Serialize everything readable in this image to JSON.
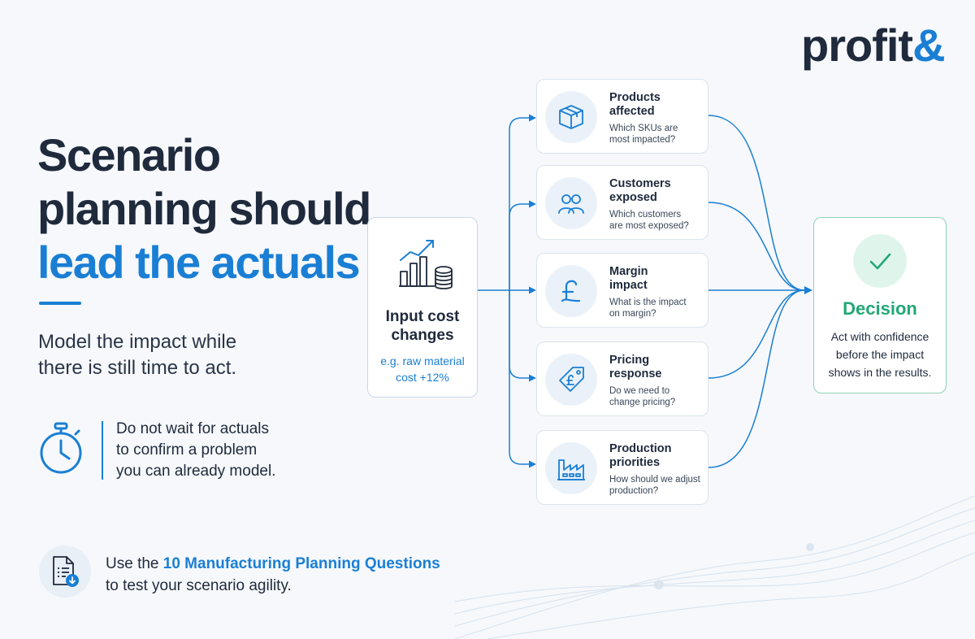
{
  "brand": {
    "name": "profit",
    "amp": "&"
  },
  "headline": {
    "line1": "Scenario",
    "line2": "planning should",
    "line3": "lead the actuals"
  },
  "subtitle": {
    "line1": "Model the impact while",
    "line2": "there is still time to act."
  },
  "warning": {
    "icon": "stopwatch-icon",
    "line1": "Do not wait for actuals",
    "line2": "to confirm a problem",
    "line3": "you can already model."
  },
  "cta": {
    "icon": "document-download-icon",
    "prefix": "Use the ",
    "highlight": "10 Manufacturing Planning Questions",
    "line2": "to test your scenario agility."
  },
  "input": {
    "icon": "chart-coins-icon",
    "title1": "Input cost",
    "title2": "changes",
    "example1": "e.g. raw material",
    "example2": "cost +12%"
  },
  "nodes": [
    {
      "icon": "box-icon",
      "t1": "Products",
      "t2": "affected",
      "q1": "Which SKUs are",
      "q2": "most impacted?"
    },
    {
      "icon": "people-icon",
      "t1": "Customers",
      "t2": "exposed",
      "q1": "Which customers",
      "q2": "are most exposed?"
    },
    {
      "icon": "pound-icon",
      "t1": "Margin",
      "t2": "impact",
      "q1": "What is the impact",
      "q2": "on margin?"
    },
    {
      "icon": "price-tag-icon",
      "t1": "Pricing",
      "t2": "response",
      "q1": "Do we need to",
      "q2": "change pricing?"
    },
    {
      "icon": "factory-icon",
      "t1": "Production",
      "t2": "priorities",
      "q1": "How should we adjust",
      "q2": "production?"
    }
  ],
  "decision": {
    "icon": "check-icon",
    "title": "Decision",
    "d1": "Act with confidence",
    "d2": "before the impact",
    "d3": "shows in the results."
  },
  "colors": {
    "accent": "#1a7fd4",
    "dark": "#1f2a3c",
    "success": "#22a876"
  }
}
